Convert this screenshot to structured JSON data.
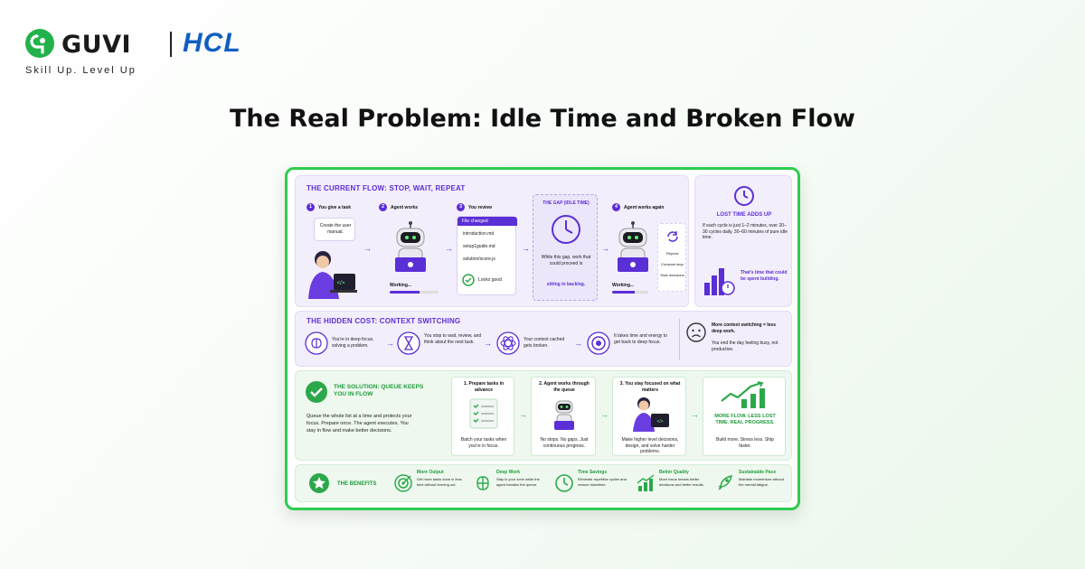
{
  "brand": {
    "guvi": "GUVI",
    "hcl": "HCL",
    "tagline": "Skill Up. Level Up"
  },
  "title": "The Real Problem: Idle Time and Broken Flow",
  "current_flow": {
    "heading": "THE CURRENT FLOW: STOP, WAIT, REPEAT",
    "steps": [
      {
        "num": "1",
        "label": "You give a task",
        "bubble": "Create the user manual."
      },
      {
        "num": "2",
        "label": "Agent works",
        "status": "Working..."
      },
      {
        "num": "3",
        "label": "You review",
        "files_header": "File changed",
        "files": [
          "introduction.md",
          "setup1guide.md",
          "solution/score.js"
        ],
        "check": "Looks good"
      },
      {
        "num": "4",
        "label": "Agent works again",
        "status": "Working..."
      }
    ],
    "gap": {
      "title": "THE GAP (IDLE TIME)",
      "text": "While this gap, work that could proceed is",
      "highlight": "sitting in backlog."
    },
    "loop_notes": [
      "Repeat.",
      "Constant stop.",
      "Slow decisions."
    ],
    "lost_time": {
      "title": "LOST TIME ADDS UP",
      "text": "If each cycle is just 1–2 minutes, over 20–30 cycles daily, 30–60 minutes of pure idle time.",
      "callout": "That's time that could be spent building."
    }
  },
  "hidden_cost": {
    "heading": "THE HIDDEN COST: CONTEXT SWITCHING",
    "steps": [
      "You're in deep focus, solving a problem.",
      "You stop to wait, review, and think about the next task.",
      "Your context cached gets broken.",
      "It takes time and energy to get back to deep focus."
    ],
    "summary_bold": "More context switching = less deep work.",
    "summary": "You end the day feeling busy, not productive."
  },
  "solution": {
    "heading": "THE SOLUTION: QUEUE KEEPS YOU IN FLOW",
    "text": "Queue the whole list at a time and protects your focus. Prepare once. The agent executes. You stay in flow and make better decisions.",
    "steps": [
      {
        "title": "1. Prepare tasks in advance",
        "caption": "Batch your tasks when you're in focus."
      },
      {
        "title": "2. Agent works through the queue",
        "caption": "No stops. No gaps. Just continuous progress."
      },
      {
        "title": "3. You stay focused on what matters",
        "caption": "Make higher level decisions, design, and solve harder problems."
      }
    ],
    "result_title": "MORE FLOW. LESS LOST TIME. REAL PROGRESS.",
    "result_text": "Build more. Stress less. Ship faster."
  },
  "benefits": {
    "heading": "THE BENEFITS",
    "items": [
      {
        "title": "More Output",
        "text": "Get more tasks done in less time without burning out.",
        "icon": "target-icon"
      },
      {
        "title": "Deep Work",
        "text": "Stay in your zone while the agent handles the queue.",
        "icon": "brain-icon"
      },
      {
        "title": "Time Savings",
        "text": "Eliminate repetitive cycles and reduce downtime.",
        "icon": "clock-icon"
      },
      {
        "title": "Better Quality",
        "text": "More focus means better decisions and better results.",
        "icon": "trend-icon"
      },
      {
        "title": "Sustainable Pace",
        "text": "Maintain momentum without the mental fatigue.",
        "icon": "rocket-icon"
      }
    ]
  },
  "colors": {
    "accent_green": "#2ecc4f",
    "accent_purple": "#5b2fd6",
    "hcl_blue": "#0f5fc2"
  }
}
